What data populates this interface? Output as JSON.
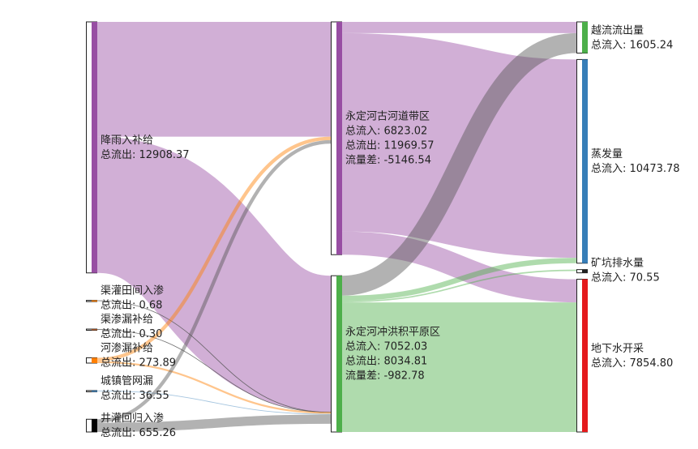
{
  "chart_data": {
    "type": "sankey",
    "title": "",
    "columns": [
      [
        {
          "id": "rain",
          "name": "降雨入补给",
          "color": "#984ea3",
          "lines": [
            {
              "label": "总流出",
              "value": "12908.37"
            }
          ]
        },
        {
          "id": "canal_field",
          "name": "渠灌田间入渗",
          "color": "#ff7f00",
          "lines": [
            {
              "label": "总流出",
              "value": "0.68"
            }
          ]
        },
        {
          "id": "canal_leak",
          "name": "渠渗漏补给",
          "color": "#a65628",
          "lines": [
            {
              "label": "总流出",
              "value": "0.30"
            }
          ]
        },
        {
          "id": "river_leak",
          "name": "河渗漏补给",
          "color": "#ff7f00",
          "lines": [
            {
              "label": "总流出",
              "value": "273.89"
            }
          ]
        },
        {
          "id": "pipe_leak",
          "name": "城镇管网漏",
          "color": "#377eb8",
          "lines": [
            {
              "label": "总流出",
              "value": "36.55"
            }
          ]
        },
        {
          "id": "well_return",
          "name": "井灌回归入渗",
          "color": "#000000",
          "lines": [
            {
              "label": "总流出",
              "value": "655.26"
            }
          ]
        }
      ],
      [
        {
          "id": "ancient",
          "name": "永定河古河道带区",
          "color": "#984ea3",
          "lines": [
            {
              "label": "总流入",
              "value": "6823.02"
            },
            {
              "label": "总流出",
              "value": "11969.57"
            },
            {
              "label": "流量差",
              "value": "-5146.54"
            }
          ]
        },
        {
          "id": "alluvial",
          "name": "永定河冲洪积平原区",
          "color": "#4daf4a",
          "lines": [
            {
              "label": "总流入",
              "value": "7052.03"
            },
            {
              "label": "总流出",
              "value": "8034.81"
            },
            {
              "label": "流量差",
              "value": "-982.78"
            }
          ]
        }
      ],
      [
        {
          "id": "overflow",
          "name": "越流流出量",
          "color": "#4daf4a",
          "lines": [
            {
              "label": "总流入",
              "value": "1605.24"
            }
          ]
        },
        {
          "id": "evap",
          "name": "蒸发量",
          "color": "#377eb8",
          "lines": [
            {
              "label": "总流入",
              "value": "10473.78"
            }
          ]
        },
        {
          "id": "mine",
          "name": "矿坑排水量",
          "color": "#222222",
          "lines": [
            {
              "label": "总流入",
              "value": "70.55"
            }
          ]
        },
        {
          "id": "pump",
          "name": "地下水开采",
          "color": "#e41a1c",
          "lines": [
            {
              "label": "总流入",
              "value": "7854.80"
            }
          ]
        }
      ]
    ],
    "links": [
      {
        "source": "rain",
        "target": "ancient",
        "value": 5900,
        "color": "#984ea3"
      },
      {
        "source": "rain",
        "target": "alluvial",
        "value": 7008.37,
        "color": "#984ea3"
      },
      {
        "source": "canal_field",
        "target": "alluvial",
        "value": 0.68,
        "color": "#555555"
      },
      {
        "source": "canal_leak",
        "target": "alluvial",
        "value": 0.3,
        "color": "#555555"
      },
      {
        "source": "river_leak",
        "target": "ancient",
        "value": 180,
        "color": "#ff7f00"
      },
      {
        "source": "river_leak",
        "target": "alluvial",
        "value": 93.89,
        "color": "#ff7f00"
      },
      {
        "source": "pipe_leak",
        "target": "alluvial",
        "value": 36.55,
        "color": "#377eb8"
      },
      {
        "source": "well_return",
        "target": "ancient",
        "value": 180,
        "color": "#555555"
      },
      {
        "source": "well_return",
        "target": "alluvial",
        "value": 475.26,
        "color": "#555555"
      },
      {
        "source": "ancient",
        "target": "overflow",
        "value": 580,
        "color": "#984ea3"
      },
      {
        "source": "ancient",
        "target": "evap",
        "value": 10200,
        "color": "#984ea3"
      },
      {
        "source": "ancient",
        "target": "pump",
        "value": 1189.57,
        "color": "#984ea3"
      },
      {
        "source": "alluvial",
        "target": "overflow",
        "value": 1025.24,
        "color": "#555555"
      },
      {
        "source": "alluvial",
        "target": "evap",
        "value": 273.78,
        "color": "#4daf4a"
      },
      {
        "source": "alluvial",
        "target": "mine",
        "value": 70.55,
        "color": "#4daf4a"
      },
      {
        "source": "alluvial",
        "target": "pump",
        "value": 6665.23,
        "color": "#4daf4a"
      }
    ]
  }
}
